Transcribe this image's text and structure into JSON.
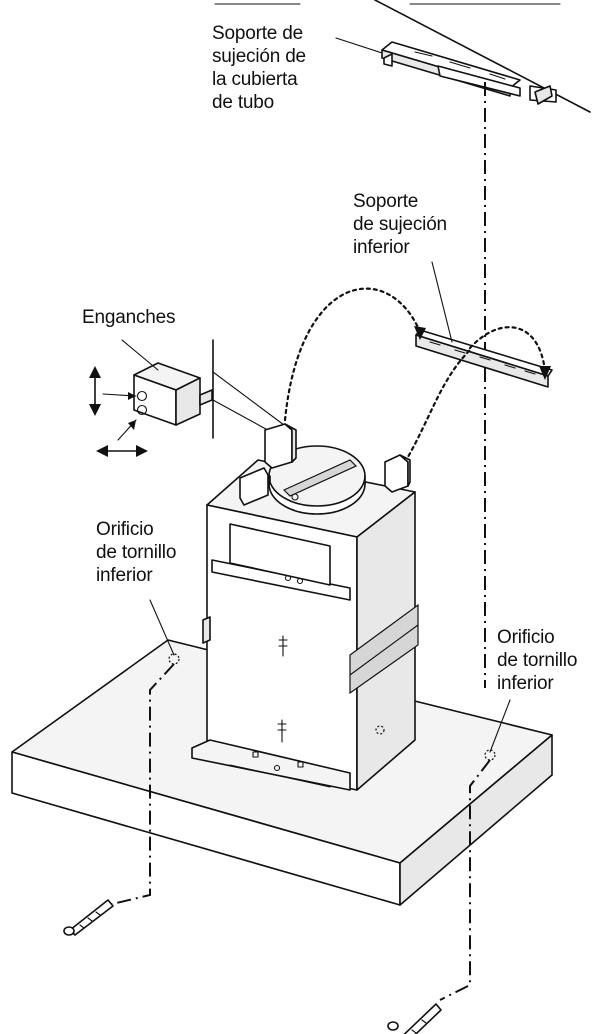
{
  "labels": {
    "upper_bracket": [
      "Soporte de",
      "sujeción de",
      "la cubierta",
      "de tubo"
    ],
    "lower_bracket": [
      "Soporte",
      "de sujeción",
      "inferior"
    ],
    "hooks": [
      "Enganches"
    ],
    "left_hole": [
      "Orificio",
      "de tornillo",
      "inferior"
    ],
    "right_hole": [
      "Orificio",
      "de tornillo",
      "inferior"
    ]
  },
  "colors": {
    "ink": "#111111",
    "background": "#ffffff"
  },
  "icons": [
    "vertical-double-arrow-icon",
    "horizontal-double-arrow-icon",
    "screw-icon",
    "curved-arrow-icon"
  ]
}
